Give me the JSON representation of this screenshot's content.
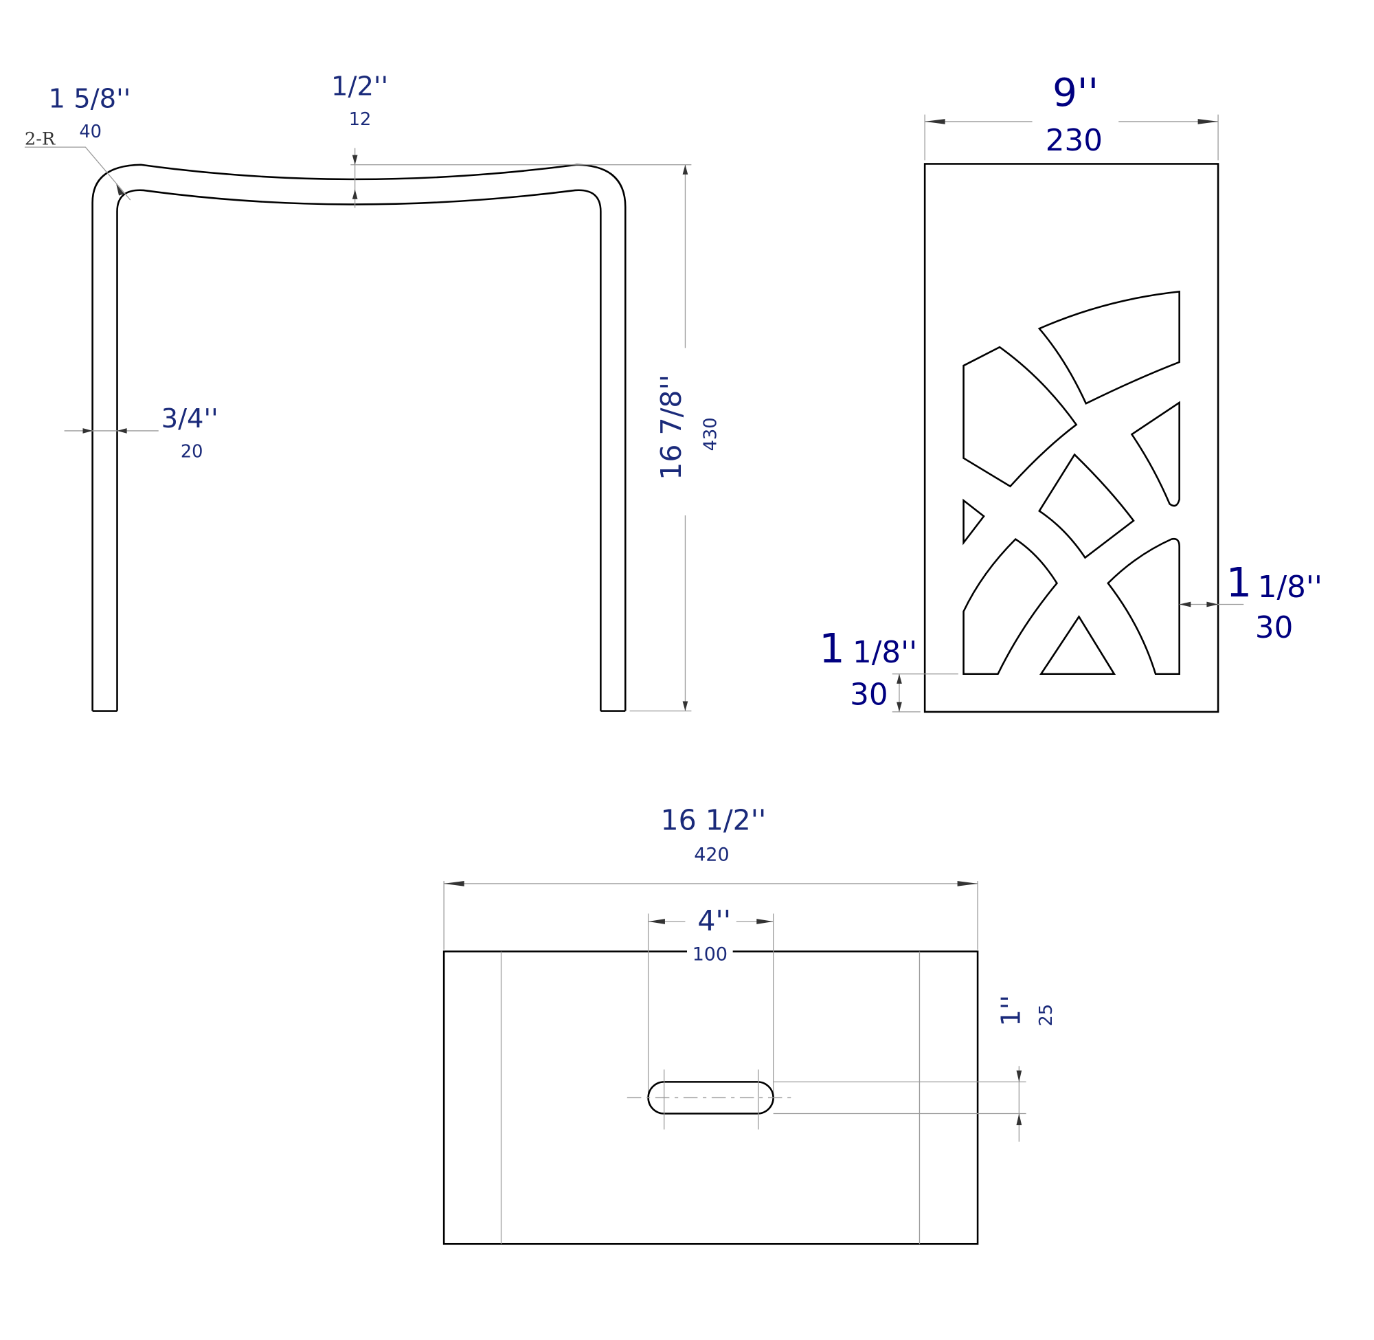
{
  "drawing": {
    "side_view": {
      "radius_note": "2-R",
      "radius_in": "1 5/8''",
      "radius_mm": "40",
      "seat_thickness_in": "1/2''",
      "seat_thickness_mm": "12",
      "leg_thickness_in": "3/4''",
      "leg_thickness_mm": "20",
      "height_in": "16 7/8''",
      "height_mm": "430"
    },
    "front_view": {
      "width_in": "9''",
      "width_mm": "230",
      "side_margin_in_whole": "1",
      "side_margin_in_frac": "1/8''",
      "side_margin_mm": "30",
      "bottom_margin_in_whole": "1",
      "bottom_margin_in_frac": "1/8''",
      "bottom_margin_mm": "30"
    },
    "top_view": {
      "length_in": "16 1/2''",
      "length_mm": "420",
      "slot_length_in": "4''",
      "slot_length_mm": "100",
      "slot_width_in": "1''",
      "slot_width_mm": "25"
    },
    "colors": {
      "dimension_text": "#1a2a7a",
      "outline": "#000000",
      "dimension_line": "#9a9a9a"
    }
  }
}
